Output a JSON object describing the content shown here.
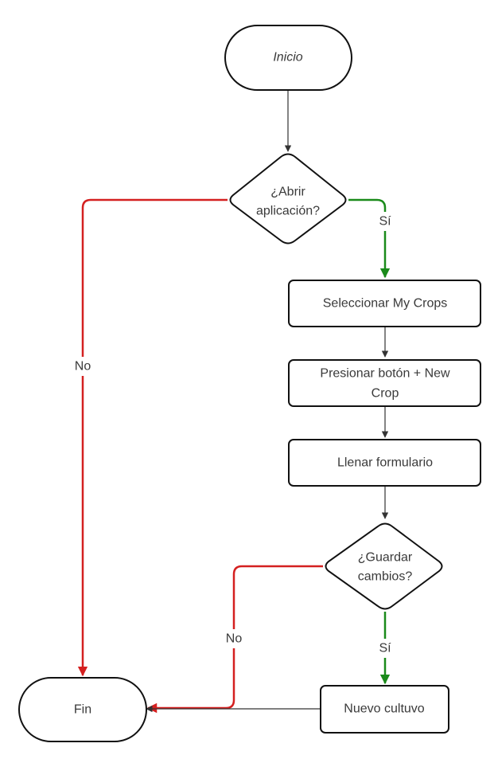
{
  "colors": {
    "yes": "#1a8a1a",
    "no": "#d42020",
    "default": "#333333"
  },
  "nodes": {
    "start": "Inicio",
    "open_app_line1": "¿Abrir",
    "open_app_line2": "aplicación?",
    "select_crops": "Seleccionar My Crops",
    "press_button_line1": "Presionar botón + New",
    "press_button_line2": "Crop",
    "fill_form": "Llenar formulario",
    "save_line1": "¿Guardar",
    "save_line2": "cambios?",
    "new_crop": "Nuevo cultuvo",
    "end": "Fin"
  },
  "edges": {
    "open_yes": "Sí",
    "open_no": "No",
    "save_yes": "Sí",
    "save_no": "No"
  }
}
